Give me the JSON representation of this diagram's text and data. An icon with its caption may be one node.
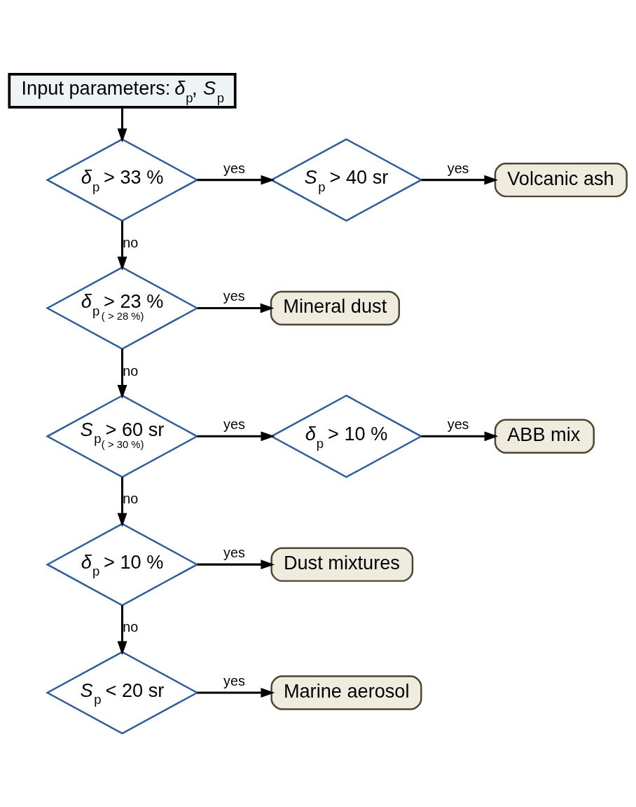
{
  "diagram": {
    "nodes": [
      {
        "text": [
          "Input parameters: *δ*$_{p}$, *S*$_{p}$"
        ]
      },
      {
        "text": [
          "*δ*$_{p}$ > 33 %"
        ]
      },
      {
        "text": [
          "*S*$_{p}$ > 40 sr"
        ]
      },
      {
        "text": [
          "Volcanic ash"
        ]
      },
      {
        "text": [
          "*δ*$_{p}$ > 23 %",
          "( > 28 %)"
        ]
      },
      {
        "text": [
          "Mineral dust"
        ]
      },
      {
        "text": [
          "*S*$_{p}$ > 60 sr",
          "( > 30 %)"
        ]
      },
      {
        "text": [
          "*δ*$_{p}$ > 10 %"
        ]
      },
      {
        "text": [
          "ABB mix"
        ]
      },
      {
        "text": [
          "*δ*$_{p}$ > 10 %"
        ]
      },
      {
        "text": [
          "Dust mixtures"
        ]
      },
      {
        "text": [
          "*S*$_{p}$ < 20 sr"
        ]
      },
      {
        "text": [
          "Marine aerosol"
        ]
      }
    ],
    "edges": [
      {
        "from": 0,
        "to": 1,
        "arrow": "to"
      },
      {
        "from": 1,
        "to": 2,
        "arrow": "to",
        "label": "yes"
      },
      {
        "from": 2,
        "to": 3,
        "arrow": "to",
        "label": "yes"
      },
      {
        "from": 1,
        "to": 4,
        "arrow": "to",
        "label": "no"
      },
      {
        "from": 4,
        "to": 5,
        "arrow": "to",
        "label": "yes"
      },
      {
        "from": 4,
        "to": 6,
        "arrow": "to",
        "label": "no"
      },
      {
        "from": 6,
        "to": 7,
        "arrow": "to",
        "label": "yes"
      },
      {
        "from": 7,
        "to": 8,
        "arrow": "to",
        "label": "yes"
      },
      {
        "from": 6,
        "to": 9,
        "arrow": "to",
        "label": "no"
      },
      {
        "from": 9,
        "to": 10,
        "arrow": "to",
        "label": "yes"
      },
      {
        "from": 9,
        "to": 11,
        "arrow": "to",
        "label": "no"
      },
      {
        "from": 11,
        "to": 12,
        "arrow": "to",
        "label": "yes"
      }
    ]
  }
}
